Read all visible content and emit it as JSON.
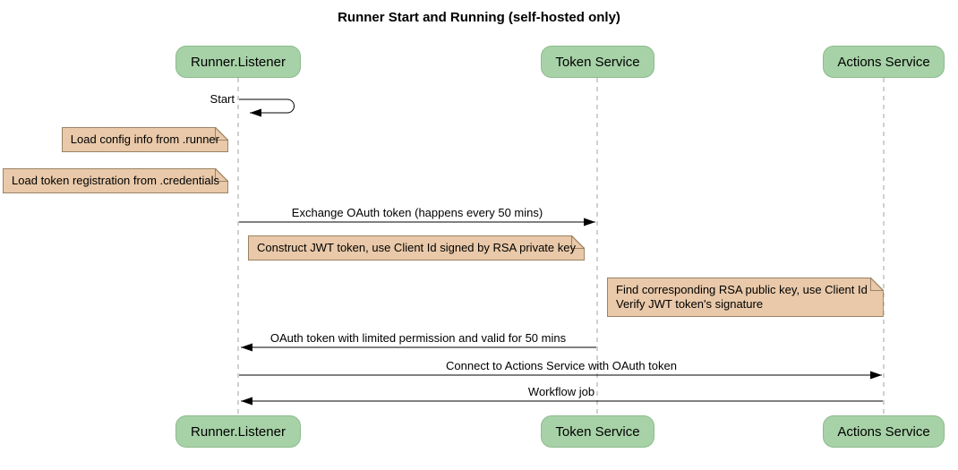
{
  "diagram": {
    "title": "Runner Start and Running (self-hosted only)",
    "type": "sequence-diagram"
  },
  "participants": [
    {
      "name": "Runner.Listener"
    },
    {
      "name": "Token Service"
    },
    {
      "name": "Actions Service"
    }
  ],
  "self_message": {
    "participant": "Runner.Listener",
    "label": "Start"
  },
  "notes": [
    {
      "text": "Load config info from .runner"
    },
    {
      "text": "Load token registration from .credentials"
    },
    {
      "text": "Construct JWT token, use Client Id signed by RSA private key"
    },
    {
      "line1": "Find corresponding RSA public key, use Client Id",
      "line2": "Verify JWT token's signature"
    }
  ],
  "messages": [
    {
      "from": "Runner.Listener",
      "to": "Token Service",
      "label": "Exchange OAuth token (happens every 50 mins)"
    },
    {
      "from": "Token Service",
      "to": "Runner.Listener",
      "label": "OAuth token with limited permission and valid for 50 mins"
    },
    {
      "from": "Runner.Listener",
      "to": "Actions Service",
      "label": "Connect to Actions Service with OAuth token"
    },
    {
      "from": "Actions Service",
      "to": "Runner.Listener",
      "label": "Workflow job"
    }
  ],
  "colors": {
    "participant_fill": "#A7D2A7",
    "participant_border": "#8CBA8C",
    "note_fill": "#E9C9A9",
    "note_border": "#9A8365",
    "text": "#000000",
    "lifeline": "#A0A0A0",
    "message_line": "#000000"
  }
}
